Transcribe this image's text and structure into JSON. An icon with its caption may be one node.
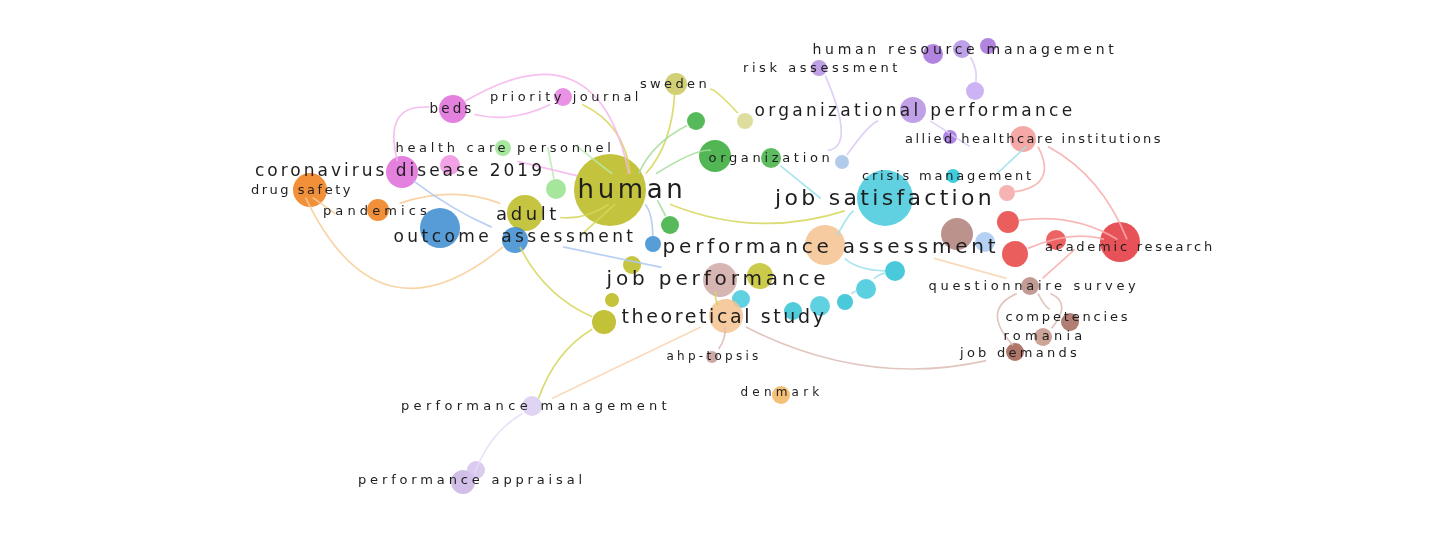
{
  "diagram": {
    "nodes": [
      {
        "text": [
          "human resource management"
        ]
      },
      {
        "text": [
          "risk assessment"
        ]
      },
      {
        "text": [
          "sweden"
        ]
      },
      {
        "text": [
          "priority journal"
        ]
      },
      {
        "text": [
          "beds"
        ]
      },
      {
        "text": [
          "organizational performance"
        ]
      },
      {
        "text": [
          "allied healthcare institutions"
        ]
      },
      {
        "text": [
          "health care personnel"
        ]
      },
      {
        "text": [
          "organization"
        ]
      },
      {
        "text": [
          "coronavirus disease 2019"
        ]
      },
      {
        "text": [
          "crisis management"
        ]
      },
      {
        "text": [
          "human"
        ]
      },
      {
        "text": [
          "drug safety"
        ]
      },
      {
        "text": [
          "job satisfaction"
        ]
      },
      {
        "text": [
          "adult"
        ]
      },
      {
        "text": [
          "pandemics"
        ]
      },
      {
        "text": [
          "outcome assessment"
        ]
      },
      {
        "text": [
          "performance assessment"
        ]
      },
      {
        "text": [
          "academic research"
        ]
      },
      {
        "text": [
          "job performance"
        ]
      },
      {
        "text": [
          "questionnaire survey"
        ]
      },
      {
        "text": [
          "theoretical study"
        ]
      },
      {
        "text": [
          "competencies"
        ]
      },
      {
        "text": [
          "romania"
        ]
      },
      {
        "text": [
          "job demands"
        ]
      },
      {
        "text": [
          "ahp-topsis"
        ]
      },
      {
        "text": [
          "denmark"
        ]
      },
      {
        "text": [
          "performance management"
        ]
      },
      {
        "text": [
          "performance appraisal"
        ]
      },
      {
        "text": [],
        "shape": "circle"
      },
      {
        "text": [],
        "shape": "circle"
      },
      {
        "text": [],
        "shape": "circle"
      },
      {
        "text": [],
        "shape": "circle"
      },
      {
        "text": [],
        "shape": "circle"
      },
      {
        "text": [],
        "shape": "circle"
      },
      {
        "text": [],
        "shape": "circle"
      },
      {
        "text": [],
        "shape": "circle"
      },
      {
        "text": [],
        "shape": "circle"
      },
      {
        "text": [],
        "shape": "circle"
      },
      {
        "text": [],
        "shape": "circle"
      },
      {
        "text": [],
        "shape": "circle"
      },
      {
        "text": [],
        "shape": "circle"
      },
      {
        "text": [],
        "shape": "circle"
      },
      {
        "text": [],
        "shape": "circle"
      }
    ],
    "edges": [
      {
        "from": 11,
        "to": 2,
        "arrow": "none"
      },
      {
        "from": 11,
        "to": 3,
        "arrow": "none"
      },
      {
        "from": 11,
        "to": 14,
        "arrow": "none"
      },
      {
        "from": 11,
        "to": 16,
        "arrow": "none"
      },
      {
        "from": 11,
        "to": 13,
        "arrow": "none"
      },
      {
        "from": 19,
        "to": 21,
        "arrow": "none"
      },
      {
        "from": 39,
        "to": 27,
        "arrow": "none"
      },
      {
        "from": 16,
        "to": 39,
        "arrow": "none"
      },
      {
        "from": 2,
        "to": 31,
        "arrow": "none"
      },
      {
        "from": 21,
        "to": 27,
        "arrow": "none",
        "color": "#f8d4b0"
      },
      {
        "from": 8,
        "to": 11,
        "arrow": "none",
        "color": "#a6dc9c"
      },
      {
        "from": 7,
        "to": 11,
        "arrow": "none",
        "color": "#b8ecb0"
      },
      {
        "from": 30,
        "to": 11,
        "arrow": "none",
        "color": "#a6dc9c"
      },
      {
        "from": 36,
        "to": 11,
        "arrow": "none",
        "color": "#a6dc9c"
      },
      {
        "from": 43,
        "to": 7,
        "arrow": "none",
        "color": "#b8ecb0"
      },
      {
        "from": 12,
        "to": 15,
        "arrow": "none",
        "color": "#f8cc98"
      },
      {
        "from": 15,
        "to": 14,
        "arrow": "none",
        "color": "#f8cc98"
      },
      {
        "from": 12,
        "to": 16,
        "arrow": "none",
        "color": "#f8cc98"
      },
      {
        "from": 4,
        "to": 9,
        "arrow": "none",
        "color": "#f4b4ec"
      },
      {
        "from": 4,
        "to": 3,
        "arrow": "none",
        "color": "#f4b4ec"
      },
      {
        "from": 4,
        "to": 11,
        "arrow": "none",
        "color": "#f4b4ec"
      },
      {
        "from": 9,
        "to": 11,
        "arrow": "none",
        "color": "#f4b4ec"
      },
      {
        "from": 16,
        "to": 19,
        "arrow": "none",
        "color": "#acc8f0"
      },
      {
        "from": 16,
        "to": 9,
        "arrow": "none",
        "color": "#acc8f0"
      },
      {
        "from": 37,
        "to": 11,
        "arrow": "none",
        "color": "#acc8f0"
      },
      {
        "from": 13,
        "to": 17,
        "arrow": "none",
        "color": "#9ce0ea"
      },
      {
        "from": 13,
        "to": 8,
        "arrow": "none",
        "color": "#9ce0ea"
      },
      {
        "from": 10,
        "to": 6,
        "arrow": "none",
        "color": "#9ce0ea"
      },
      {
        "from": 17,
        "to": 42,
        "arrow": "none",
        "color": "#9ce0ea"
      },
      {
        "from": 42,
        "to": 41,
        "arrow": "none",
        "color": "#9ce0ea"
      },
      {
        "from": 41,
        "to": 40,
        "arrow": "none",
        "color": "#9ce0ea"
      },
      {
        "from": 17,
        "to": 20,
        "arrow": "none",
        "color": "#f8d4b0"
      },
      {
        "from": 18,
        "to": 6,
        "arrow": "none",
        "color": "#f8acac"
      },
      {
        "from": 18,
        "to": 20,
        "arrow": "none",
        "color": "#f8acac"
      },
      {
        "from": 18,
        "to": 34,
        "arrow": "none",
        "color": "#f8acac"
      },
      {
        "from": 18,
        "to": 35,
        "arrow": "none",
        "color": "#f8acac"
      },
      {
        "from": 6,
        "to": 33,
        "arrow": "none",
        "color": "#f8acac"
      },
      {
        "from": 1,
        "to": 8,
        "arrow": "none",
        "color": "#dcc8f4"
      },
      {
        "from": 5,
        "to": 6,
        "arrow": "none",
        "color": "#dcc8f4"
      },
      {
        "from": 5,
        "to": 32,
        "arrow": "none",
        "color": "#dcc8f4"
      },
      {
        "from": 29,
        "to": 0,
        "arrow": "none",
        "color": "#dcc8f4"
      },
      {
        "from": 20,
        "to": 22,
        "arrow": "none",
        "color": "#dcbcb4"
      },
      {
        "from": 20,
        "to": 24,
        "arrow": "none",
        "color": "#dcbcb4"
      },
      {
        "from": 24,
        "to": 21,
        "arrow": "none",
        "color": "#dcbcb4"
      },
      {
        "from": 25,
        "to": 21,
        "arrow": "none",
        "color": "#dcbcb4"
      },
      {
        "from": 23,
        "to": 20,
        "arrow": "none",
        "color": "#dcbcb4"
      },
      {
        "from": 27,
        "to": 28,
        "arrow": "none",
        "color": "#e4dcf6"
      }
    ]
  }
}
